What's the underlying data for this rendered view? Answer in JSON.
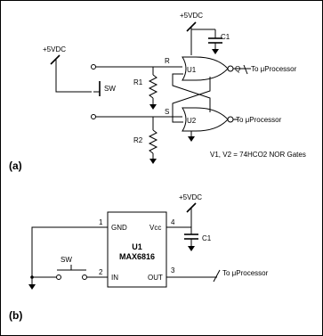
{
  "part_a": {
    "label": "(a)",
    "top_supply": "+5VDC",
    "switch_supply": "+5VDC",
    "c1": "C1",
    "r_label": "R",
    "s_label": "S",
    "r1": "R1",
    "r2": "R2",
    "sw": "SW",
    "u1": "U1",
    "u2": "U2",
    "q_label": "Q",
    "out1": "To μProcessor",
    "out2": "To μProcessor",
    "note": "V1, V2 = 74HCO2 NOR Gates"
  },
  "part_b": {
    "label": "(b)",
    "supply": "+5VDC",
    "c1": "C1",
    "sw": "SW",
    "ic_name": "U1",
    "ic_part": "MAX6816",
    "pin_gnd": "GND",
    "pin_vcc": "Vcc",
    "pin_in": "IN",
    "pin_out": "OUT",
    "pin1": "1",
    "pin2": "2",
    "pin3": "3",
    "pin4": "4",
    "out": "To μProcessor"
  }
}
